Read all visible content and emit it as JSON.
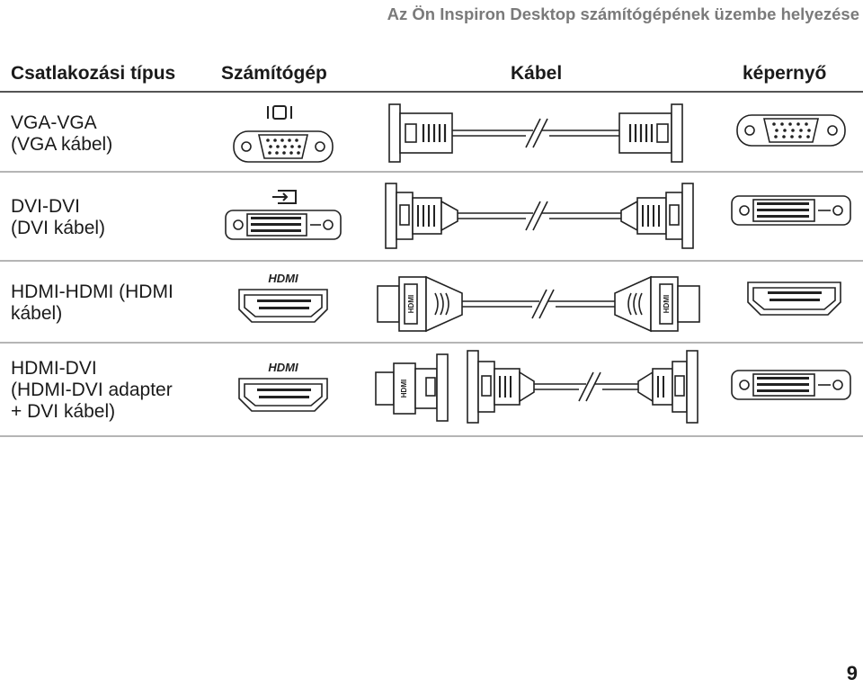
{
  "header": {
    "running_title": "Az Ön Inspiron Desktop számítógépének üzembe helyezése"
  },
  "table": {
    "columns": {
      "connection_type": "Csatlakozási típus",
      "computer": "Számítógép",
      "cable": "Kábel",
      "display": "képernyő"
    },
    "rows": [
      {
        "label_lines": [
          "VGA-VGA",
          "(VGA kábel)"
        ],
        "computer_port_icon": "vga-port-icon",
        "computer_connector": "vga-connector",
        "cable": "vga-cable",
        "display_connector": "vga-connector"
      },
      {
        "label_lines": [
          "DVI-DVI",
          "(DVI kábel)"
        ],
        "computer_port_icon": "dvi-port-icon",
        "computer_connector": "dvi-connector",
        "cable": "dvi-cable",
        "display_connector": "dvi-connector"
      },
      {
        "label_lines": [
          "HDMI-HDMI (HDMI",
          "kábel)"
        ],
        "computer_port_icon": "hdmi-logo",
        "computer_connector": "hdmi-connector",
        "cable": "hdmi-cable",
        "display_connector": "hdmi-connector"
      },
      {
        "label_lines": [
          "HDMI-DVI",
          "(HDMI-DVI adapter",
          "+ DVI kábel)"
        ],
        "computer_port_icon": "hdmi-logo",
        "computer_connector": "hdmi-connector",
        "cable": "hdmi-dvi-adapter-and-dvi-cable",
        "display_connector": "dvi-connector"
      }
    ]
  },
  "logos": {
    "hdmi_text": "HDMI"
  },
  "footer": {
    "page_number": "9"
  }
}
